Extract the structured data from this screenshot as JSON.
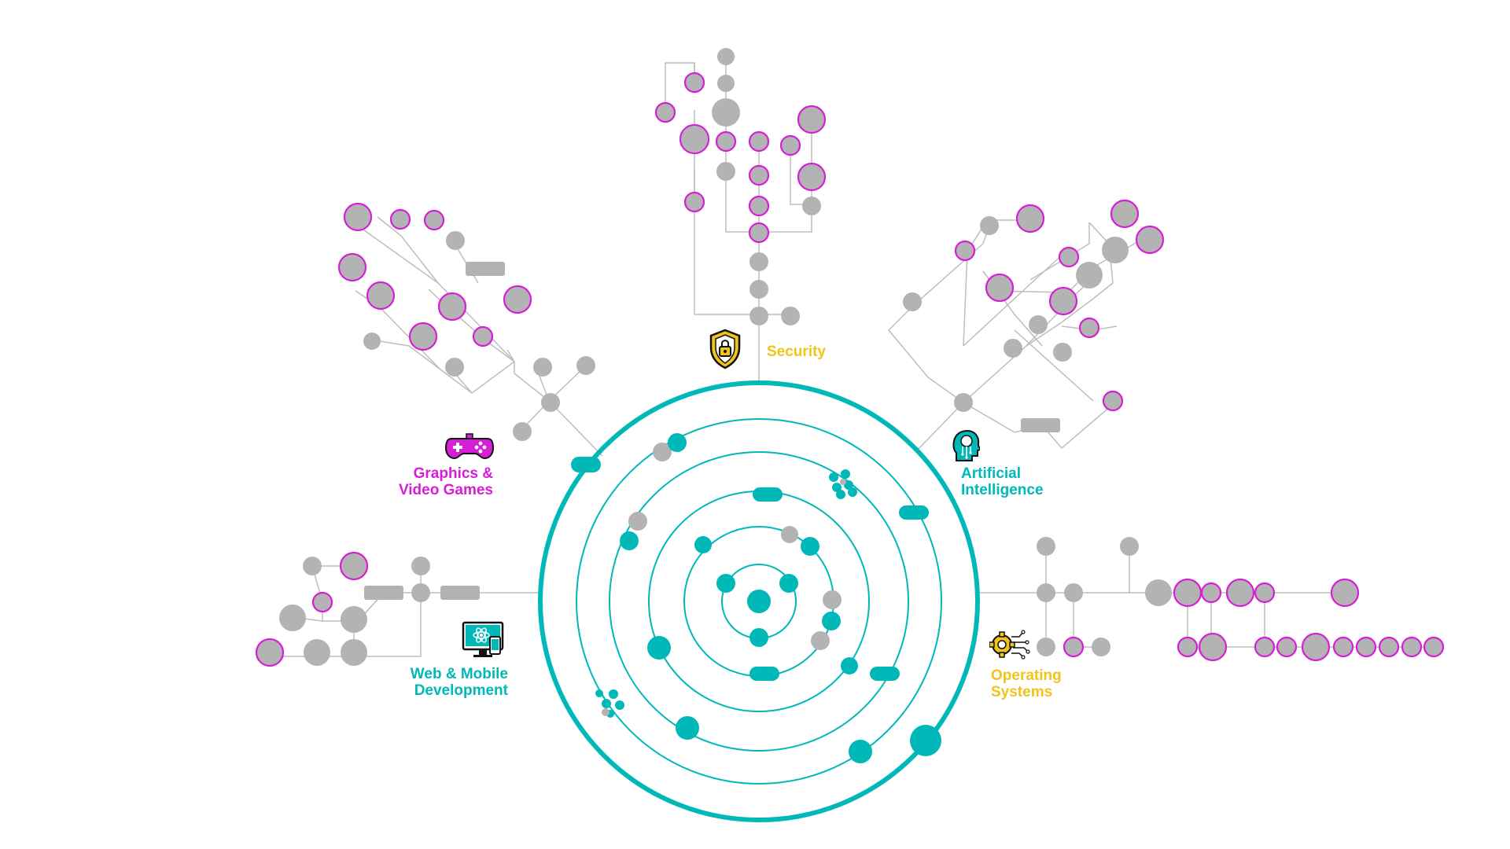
{
  "colors": {
    "teal": "#00b8b8",
    "magenta": "#d61ed6",
    "gray": "#b3b3b3",
    "yellow": "#f0c419",
    "line": "#bdbdbd",
    "background": "#ffffff"
  },
  "branches": {
    "security": {
      "lines": [
        "Security"
      ],
      "color": "#f0c419",
      "icon": "shield-lock-icon"
    },
    "graphics": {
      "lines": [
        "Graphics &",
        "Video Games"
      ],
      "color": "#d61ed6",
      "icon": "gamepad-icon"
    },
    "ai": {
      "lines": [
        "Artificial",
        "Intelligence"
      ],
      "color": "#00b8b8",
      "icon": "ai-head-icon"
    },
    "web": {
      "lines": [
        "Web & Mobile",
        "Development"
      ],
      "color": "#00b8b8",
      "icon": "monitor-react-icon"
    },
    "os": {
      "lines": [
        "Operating",
        "Systems"
      ],
      "color": "#f0c419",
      "icon": "gear-circuit-icon"
    }
  },
  "center_icon": "concentric-orbits"
}
